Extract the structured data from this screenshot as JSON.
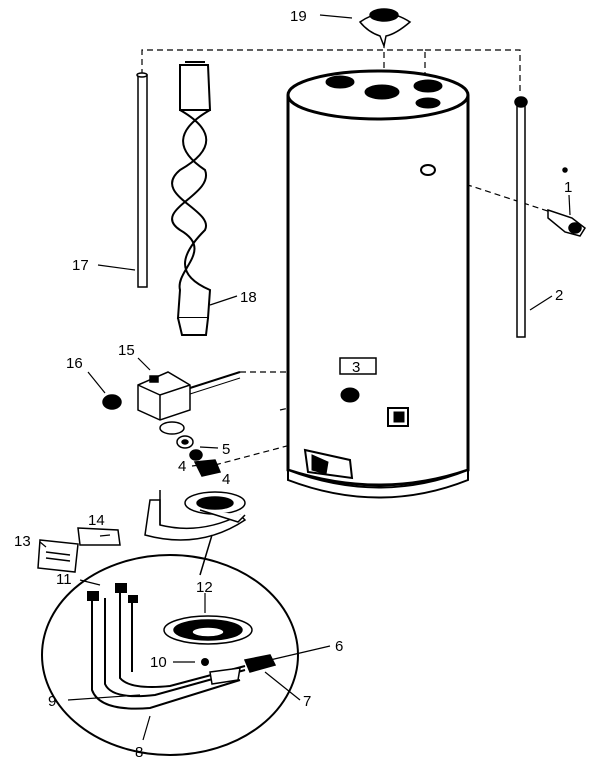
{
  "diagram": {
    "callouts": [
      {
        "id": "1",
        "text": "1"
      },
      {
        "id": "2",
        "text": "2"
      },
      {
        "id": "3",
        "text": "3"
      },
      {
        "id": "4a",
        "text": "4"
      },
      {
        "id": "4b",
        "text": "4"
      },
      {
        "id": "5",
        "text": "5"
      },
      {
        "id": "6",
        "text": "6"
      },
      {
        "id": "7",
        "text": "7"
      },
      {
        "id": "8",
        "text": "8"
      },
      {
        "id": "9",
        "text": "9"
      },
      {
        "id": "10",
        "text": "10"
      },
      {
        "id": "11",
        "text": "11"
      },
      {
        "id": "12",
        "text": "12"
      },
      {
        "id": "13",
        "text": "13"
      },
      {
        "id": "14",
        "text": "14"
      },
      {
        "id": "15",
        "text": "15"
      },
      {
        "id": "16",
        "text": "16"
      },
      {
        "id": "17",
        "text": "17"
      },
      {
        "id": "18",
        "text": "18"
      },
      {
        "id": "19",
        "text": "19"
      }
    ]
  }
}
